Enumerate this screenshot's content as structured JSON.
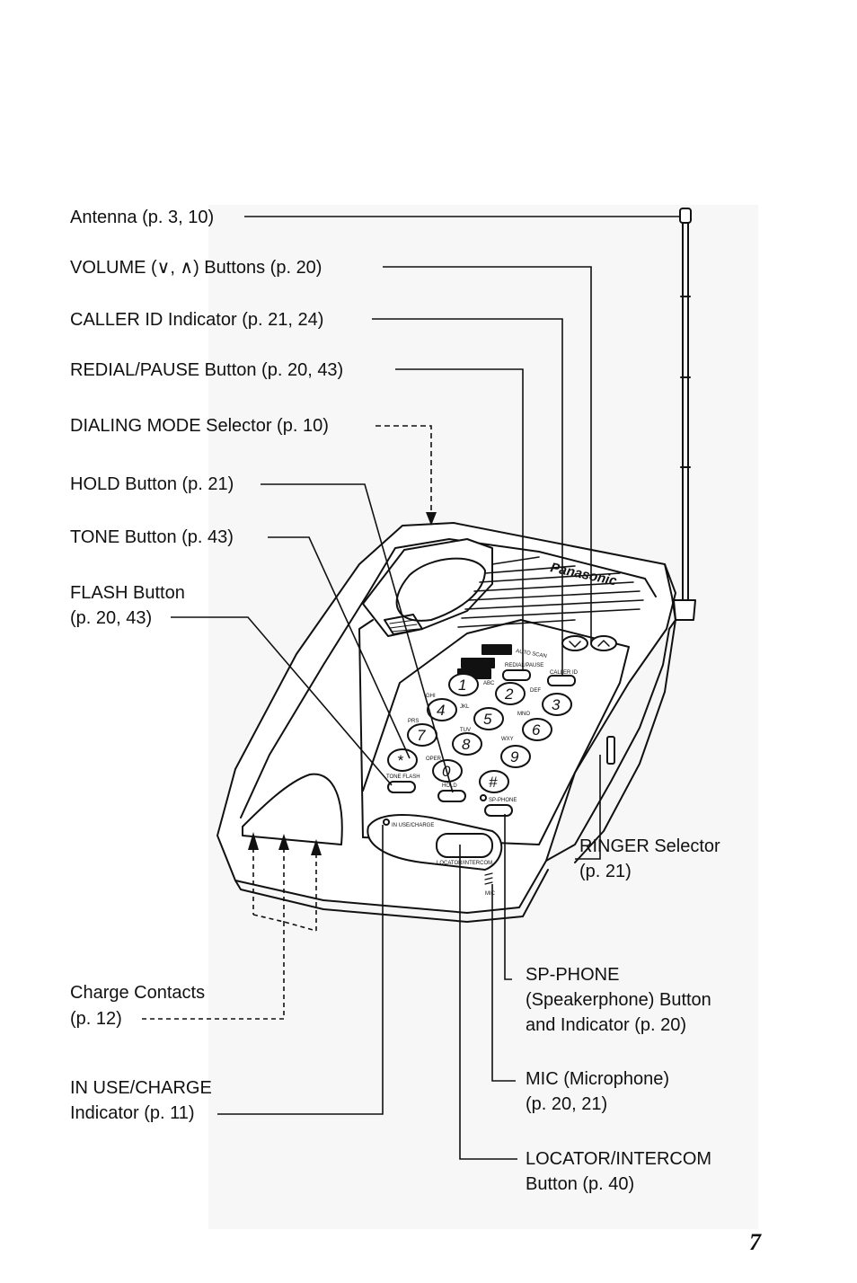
{
  "callouts": {
    "antenna": "Antenna (p. 3, 10)",
    "volume": "VOLUME (∨, ∧) Buttons (p. 20)",
    "caller_id": "CALLER ID Indicator (p. 21, 24)",
    "redial": "REDIAL/PAUSE Button (p. 20, 43)",
    "dialing_mode": "DIALING MODE Selector (p. 10)",
    "hold": "HOLD Button (p. 21)",
    "tone": "TONE Button (p. 43)",
    "flash_1": "FLASH Button",
    "flash_2": "(p. 20, 43)",
    "ringer_1": "RINGER Selector",
    "ringer_2": "(p. 21)",
    "charge_1": "Charge Contacts",
    "charge_2": "(p. 12)",
    "spphone_1": "SP-PHONE",
    "spphone_2": "(Speakerphone) Button",
    "spphone_3": "and Indicator (p. 20)",
    "mic_1": "MIC (Microphone)",
    "mic_2": "(p. 20, 21)",
    "inuse_1": "IN USE/CHARGE",
    "inuse_2": "Indicator (p. 11)",
    "locator_1": "LOCATOR/INTERCOM",
    "locator_2": "Button (p. 40)"
  },
  "device": {
    "brand": "Panasonic",
    "model_text": "AUTO SCAN",
    "keys": [
      "1",
      "2",
      "3",
      "4",
      "5",
      "6",
      "7",
      "8",
      "9",
      "*",
      "0",
      "#"
    ],
    "key_letters": [
      "ABC",
      "DEF",
      "GHI",
      "JKL",
      "MNO",
      "PRS",
      "TUV",
      "WXY",
      "OPER"
    ],
    "button_text": {
      "redial": "REDIAL/PAUSE",
      "caller_id": "CALLER ID",
      "flash": "TONE FLASH",
      "hold": "HOLD",
      "spphone": "SP-PHONE",
      "inuse": "IN USE/CHARGE",
      "locator": "LOCATOR/INTERCOM",
      "mic": "MIC"
    }
  },
  "page_number": "7"
}
